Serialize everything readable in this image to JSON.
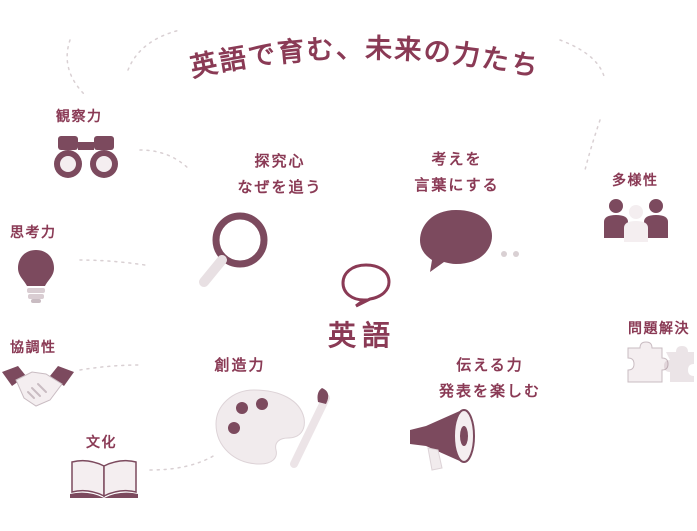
{
  "title": "英語で育む、未来の力たち",
  "center": {
    "label": "英語",
    "icon": "speech-bubble-icon"
  },
  "inner_items": [
    {
      "id": "explore",
      "line1": "探究心",
      "line2": "なぜを追う",
      "icon": "magnifier-icon"
    },
    {
      "id": "express",
      "line1": "考えを",
      "line2": "言葉にする",
      "icon": "speech-bubble-icon"
    },
    {
      "id": "create",
      "line1": "創造力",
      "line2": "",
      "icon": "palette-icon"
    },
    {
      "id": "convey",
      "line1": "伝える力",
      "line2": "発表を楽しむ",
      "icon": "megaphone-icon"
    }
  ],
  "outer_items": [
    {
      "id": "observation",
      "label": "観察力",
      "icon": "binoculars-icon"
    },
    {
      "id": "thinking",
      "label": "思考力",
      "icon": "light-bulb-icon"
    },
    {
      "id": "cooperation",
      "label": "協調性",
      "icon": "handshake-icon"
    },
    {
      "id": "culture",
      "label": "文化",
      "icon": "open-book-icon"
    },
    {
      "id": "diversity",
      "label": "多様性",
      "icon": "people-icon"
    },
    {
      "id": "problem_solving",
      "label": "問題解決",
      "icon": "puzzle-icon"
    }
  ],
  "colors": {
    "text": "#8a3a55",
    "icon_dark": "#7c4a5e",
    "icon_light": "#f4eef0",
    "dots": "#d9d0d3"
  }
}
